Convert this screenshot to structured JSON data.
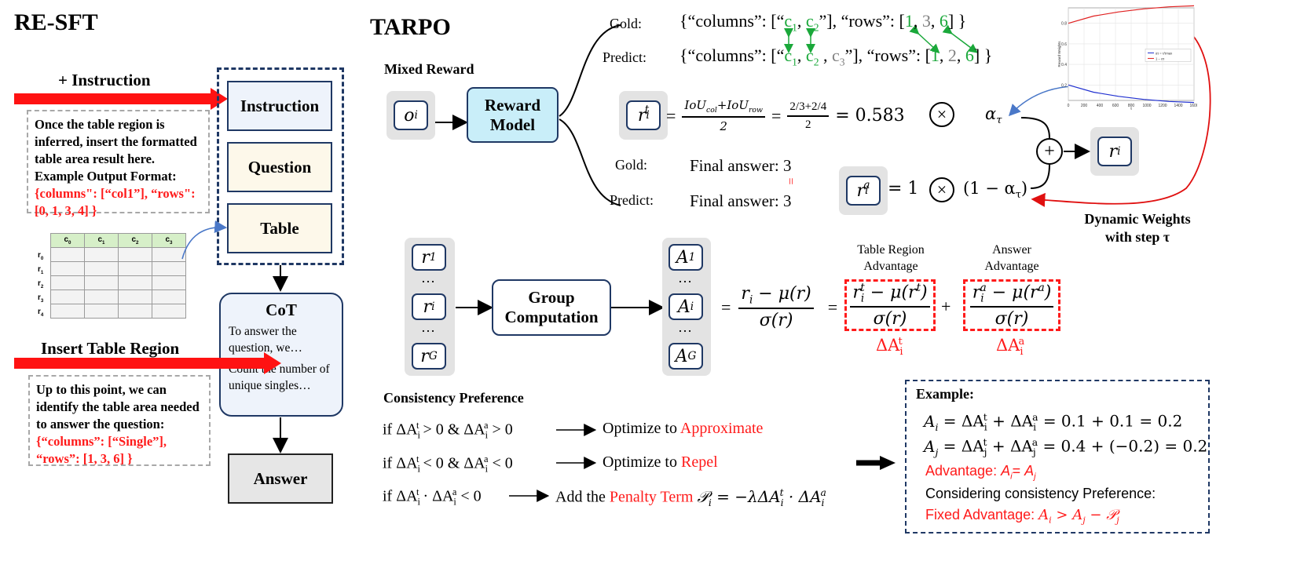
{
  "resft": {
    "title": "RE-SFT",
    "instruction_label": "+ Instruction",
    "instruction_note": {
      "lines": [
        "Once the table region is",
        "inferred, insert the formatted",
        "table area result here.",
        "Example Output Format:"
      ],
      "red_lines": [
        "{columns\": [“col1”], “rows\":",
        "[0, 1, 3, 4] }"
      ]
    },
    "stack": [
      "Instruction",
      "Question",
      "Table"
    ],
    "table": {
      "headers": [
        "c",
        "c",
        "c",
        "c"
      ],
      "header_subs": [
        "0",
        "1",
        "2",
        "3"
      ],
      "row_labels": [
        "r",
        "r",
        "r",
        "r",
        "r"
      ],
      "row_subs": [
        "0",
        "1",
        "2",
        "3",
        "4"
      ]
    },
    "cot": {
      "title": "CoT",
      "text1": "To answer the question, we…",
      "text2": "Count the number of unique singles…"
    },
    "insert_label": "Insert Table Region",
    "insert_note": {
      "lines": [
        "Up to this point, we can",
        "identify the table area needed",
        "to answer the question:"
      ],
      "red_lines": [
        "{“columns”: [“Single”],",
        "“rows”: [1, 3, 6] }"
      ]
    },
    "answer": "Answer"
  },
  "tarpo": {
    "title": "TARPO",
    "mixed_reward": "Mixed Reward",
    "o_label": "o",
    "o_sub": "i",
    "reward_model": [
      "Reward",
      "Model"
    ],
    "gold1": "Gold:",
    "predict1": "Predict:",
    "gold_json": {
      "prefix": "{“columns”: [“",
      "c1": "c",
      "c1s": "1",
      "c2": "c",
      "c2s": "2",
      "mid": "”], “rows”: [",
      "rows": [
        "1",
        "3",
        "6"
      ],
      "suffix": "] }"
    },
    "pred_json": {
      "prefix": "{“columns”: [“",
      "c1": "c",
      "c1s": "1",
      "c2": "c",
      "c2s": "2",
      "c3": "c",
      "c3s": "3",
      "mid": "”], “rows”: [",
      "rows": [
        "1",
        "2",
        "6"
      ],
      "suffix": "] }"
    },
    "iou_formula": {
      "num": "IoU",
      "num2": "col",
      "plus": "+IoU",
      "num3": "row",
      "den": "2",
      "num_b": "2/3+2/4",
      "den_b": "2",
      "result": "= 0.583"
    },
    "alpha": "α",
    "alpha_sub": "τ",
    "gold2": "Gold:",
    "predict2": "Predict:",
    "final_gold": "Final answer: 3",
    "final_pred": "Final answer: 3",
    "equals_sign": "=",
    "ra_value": "= 1",
    "one_minus_alpha": "(1 − α",
    "dynamic_weights": [
      "Dynamic Weights",
      "with step τ"
    ],
    "group_r": [
      "r",
      "…",
      "r",
      "…",
      "r"
    ],
    "group_r_subs": [
      "1",
      "",
      "i",
      "",
      "G"
    ],
    "group_a": [
      "A",
      "…",
      "A",
      "…",
      "A"
    ],
    "group_a_subs": [
      "1",
      "",
      "i",
      "",
      "G"
    ],
    "group_computation": [
      "Group",
      "Computation"
    ],
    "table_region_adv": [
      "Table Region",
      "Advantage"
    ],
    "answer_adv": [
      "Answer",
      "Advantage"
    ],
    "consistency_title": "Consistency Preference",
    "rule1": {
      "cond": "if ΔA",
      "action": "Optimize to ",
      "red": "Approximate"
    },
    "rule2": {
      "cond": "if ΔA",
      "action": "Optimize to ",
      "red": "Repel"
    },
    "rule3": {
      "cond": "if ΔA",
      "action": "Add the ",
      "red": "Penalty Term"
    },
    "example": {
      "title": "Example:",
      "line1_value": "= 0.1 + 0.1 = 0.2",
      "line2_value": "= 0.4 + (−0.2) = 0.2",
      "advantage_label": "Advantage: ",
      "considering": "Considering consistency Preference:",
      "fixed_label": "Fixed Advantage: "
    },
    "mini_chart": {
      "type": "line",
      "series": [
        {
          "name": "ατ = τ/τmax",
          "color": "#2030d0",
          "values": [
            0.2,
            0.13,
            0.09,
            0.06,
            0.04,
            0.03
          ]
        },
        {
          "name": "1 − ατ",
          "color": "#e02020",
          "values": [
            0.8,
            0.87,
            0.91,
            0.94,
            0.96,
            0.97
          ]
        }
      ],
      "x_ticks": [
        "0",
        "200",
        "400",
        "600",
        "800",
        "1000",
        "1200",
        "1400",
        "1600"
      ],
      "y_ticks": [
        "0.2",
        "0.4",
        "0.6",
        "0.8"
      ],
      "ylabel": "Reward Weights",
      "xlabel": "τ"
    }
  },
  "colors": {
    "navy": "#1f3864",
    "red": "#ff1a1a",
    "green": "#1aa83a",
    "light_blue": "#c9eef9",
    "cream": "#fdf8ea",
    "pale": "#eef3fb"
  }
}
